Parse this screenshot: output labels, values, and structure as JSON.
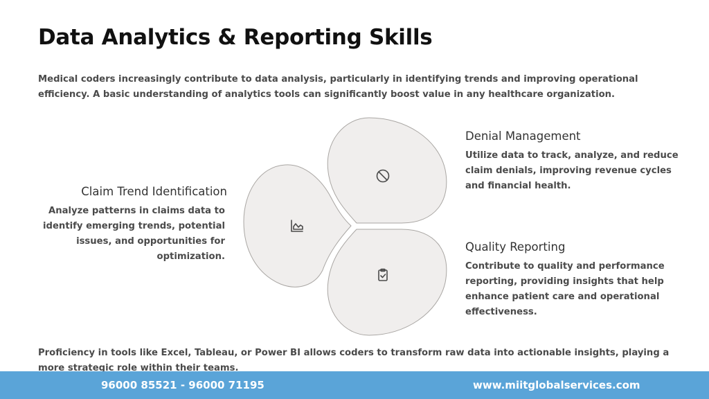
{
  "title": "Data Analytics & Reporting Skills",
  "intro": "Medical coders increasingly contribute to data analysis, particularly in identifying trends and improving operational efficiency. A basic understanding of analytics tools can significantly boost value in any healthcare organization.",
  "items": [
    {
      "title": "Denial Management",
      "description": "Utilize data to track, analyze, and reduce claim denials, improving revenue cycles and financial health.",
      "icon": "ban-icon"
    },
    {
      "title": "Claim Trend Identification",
      "description": "Analyze patterns in claims data to identify emerging trends, potential issues, and opportunities for optimization.",
      "icon": "area-chart-icon"
    },
    {
      "title": "Quality Reporting",
      "description": "Contribute to quality and performance reporting, providing insights that help enhance patient care and operational effectiveness.",
      "icon": "clipboard-check-icon"
    }
  ],
  "outro": "Proficiency in tools like Excel, Tableau, or Power BI allows coders to transform raw data into actionable insights, playing a more strategic role within their teams.",
  "footer": {
    "phone": "96000 85521 - 96000 71195",
    "website": "www.miitglobalservices.com",
    "background_color": "#5aa4d8"
  }
}
